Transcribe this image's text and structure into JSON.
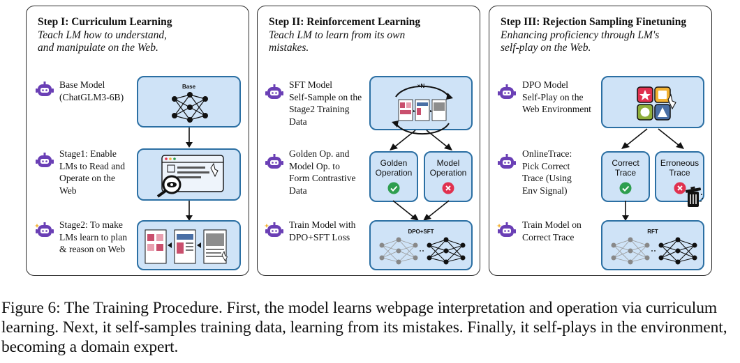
{
  "panels": [
    {
      "title": "Step I: Curriculum Learning",
      "subtitle": "Teach LM how to understand,\nand manipulate on the Web.",
      "rows": [
        {
          "text": "Base Model\n(ChatGLM3-6B)",
          "box_label": "Base"
        },
        {
          "text": "Stage1: Enable\nLMs to Read and\nOperate on the\nWeb"
        },
        {
          "text": "Stage2: To make\nLMs learn to plan\n& reason on Web"
        }
      ]
    },
    {
      "title": "Step II: Reinforcement Learning",
      "subtitle": "Teach LM to learn from its own\nmistakes.",
      "rows": [
        {
          "text": "SFT Model\nSelf-Sample on the\nStage2 Training\nData",
          "box_label": "×N"
        },
        {
          "text": "Golden Op. and\nModel Op. to\nForm Contrastive\nData",
          "left_box": "Golden\nOperation",
          "right_box": "Model\nOperation"
        },
        {
          "text": "Train Model with\nDPO+SFT Loss",
          "box_label": "DPO+SFT"
        }
      ]
    },
    {
      "title": "Step III: Rejection Sampling Finetuning",
      "subtitle": "Enhancing proficiency through LM's\nself-play on the Web.",
      "rows": [
        {
          "text": "DPO Model\nSelf-Play on the\nWeb Environment"
        },
        {
          "text": "OnlineTrace:\nPick Correct\nTrace (Using\nEnv Signal)",
          "left_box": "Correct\nTrace",
          "right_box": "Erroneous\nTrace"
        },
        {
          "text": "Train Model on\nCorrect Trace",
          "box_label": "RFT"
        }
      ]
    }
  ],
  "caption": "Figure 6: The Training Procedure. First, the model learns webpage interpretation and operation via curriculum learning. Next, it self-samples training data, learning from its mistakes. Finally, it self-plays in the environment, becoming a domain expert.",
  "colors": {
    "box_fill": "#cfe3f7",
    "box_border": "#2b6fa3",
    "robot": "#6a3fb5",
    "check": "#2e9e4f",
    "cross": "#e0314f"
  }
}
